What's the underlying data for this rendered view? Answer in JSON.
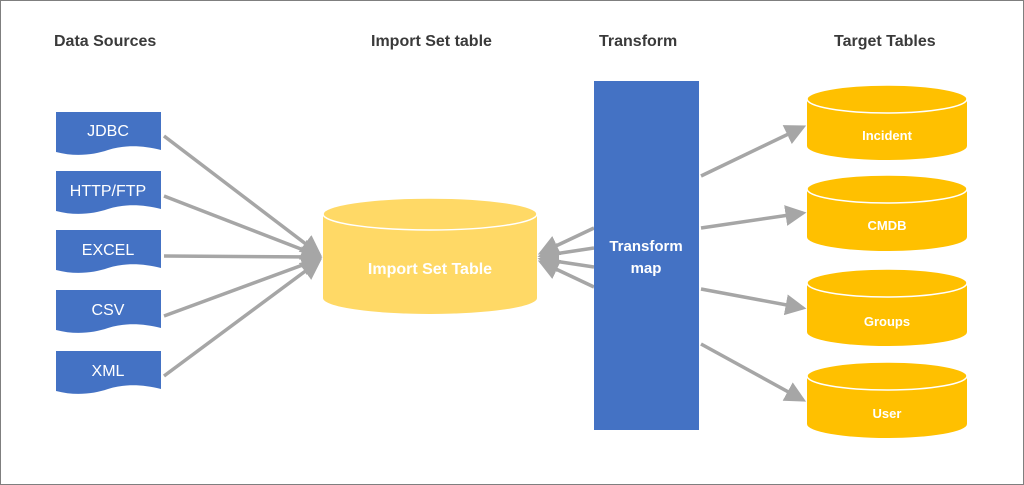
{
  "headings": {
    "data_sources": "Data Sources",
    "import_set_table": "Import Set table",
    "transform": "Transform",
    "target_tables": "Target Tables"
  },
  "data_sources": [
    "JDBC",
    "HTTP/FTP",
    "EXCEL",
    "CSV",
    "XML"
  ],
  "import_set": {
    "label": "Import Set Table"
  },
  "transform_map": {
    "line1": "Transform",
    "line2": "map"
  },
  "targets": [
    "Incident",
    "CMDB",
    "Groups",
    "User"
  ],
  "colors": {
    "blue": "#4472c4",
    "import_yellow": "#ffd966",
    "target_gold": "#ffc000",
    "arrow_gray": "#a6a6a6",
    "heading_text": "#3a3a3a"
  }
}
